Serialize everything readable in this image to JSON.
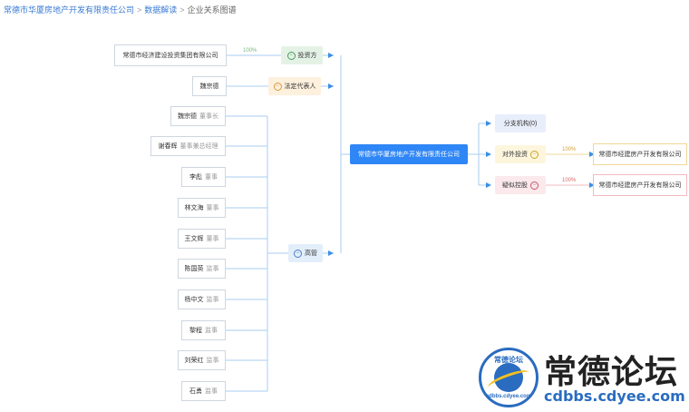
{
  "breadcrumb": {
    "company": "常德市华厦房地产开发有限责任公司",
    "section": "数据解读",
    "current": "企业关系图谱",
    "sep": ">"
  },
  "center": {
    "name": "常德市华厦房地产开发有限责任公司"
  },
  "left_tags": {
    "investor": "投资方",
    "legal_rep": "法定代表人",
    "management": "高管"
  },
  "investor": {
    "name": "常德市经济建设投资集团有限公司",
    "share": "100%"
  },
  "legal_rep": {
    "name": "魏宗德"
  },
  "executives": [
    {
      "name": "魏宗德",
      "role": "董事长"
    },
    {
      "name": "谢春辉",
      "role": "董事兼总经理"
    },
    {
      "name": "李彪",
      "role": "董事"
    },
    {
      "name": "林文海",
      "role": "董事"
    },
    {
      "name": "王文辉",
      "role": "董事"
    },
    {
      "name": "陈国英",
      "role": "监事"
    },
    {
      "name": "杨中文",
      "role": "监事"
    },
    {
      "name": "黎程",
      "role": "监事"
    },
    {
      "name": "刘荣红",
      "role": "监事"
    },
    {
      "name": "石勇",
      "role": "监事"
    }
  ],
  "right_tags": {
    "branch": "分支机构(0)",
    "external_invest": "对外投资",
    "indirect_control": "疑似控股"
  },
  "external_invest": {
    "name": "常德市经建房产开发有限公司",
    "share": "100%"
  },
  "indirect_control": {
    "name": "常德市经建房产开发有限公司",
    "share": "100%"
  },
  "logo": {
    "title": "常德论坛",
    "url": "cdbbs.cdyee.com",
    "badge_top": "常德论坛",
    "badge_bottom": "cdbbs.cdyee.com"
  },
  "colors": {
    "center": "#2f86f6",
    "connector": "#a9cdf2",
    "arrow": "#3a8ee6",
    "invest_pct": "#7ab77f",
    "ctrl_pct": "#d46b6b"
  }
}
